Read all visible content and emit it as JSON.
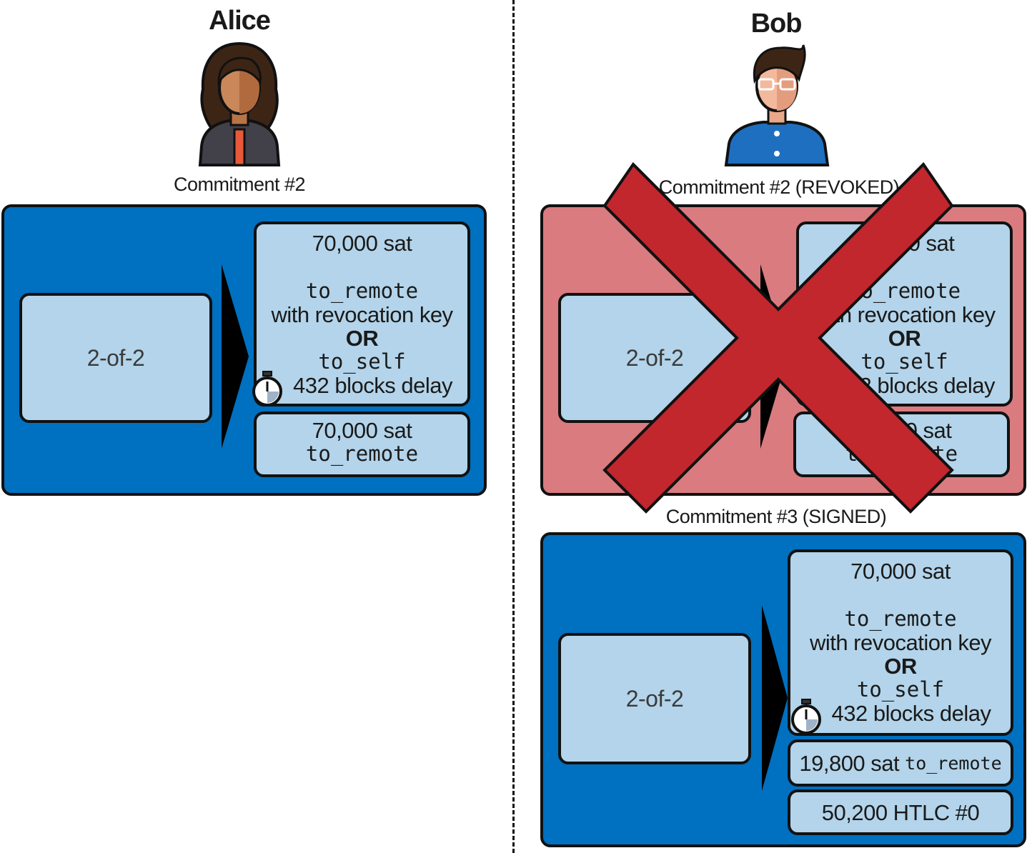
{
  "alice": {
    "name": "Alice",
    "commitment_label": "Commitment #2",
    "funding": "2-of-2",
    "output1": {
      "amount": "70,000 sat",
      "script1": "to_remote",
      "script1_note": "with revocation key",
      "op": "OR",
      "script2": "to_self",
      "delay": "432 blocks delay"
    },
    "output2": {
      "amount": "70,000 sat",
      "script": "to_remote"
    }
  },
  "bob": {
    "name": "Bob",
    "revoked": {
      "commitment_label": "Commitment #2 (REVOKED)",
      "funding": "2-of-2",
      "output1": {
        "amount": "70,000 sat",
        "script1": "to_remote",
        "script1_note": "with revocation key",
        "op": "OR",
        "script2": "to_self",
        "delay": "432 blocks delay"
      },
      "output2": {
        "amount": "70,000 sat",
        "script": "to_remote"
      }
    },
    "signed": {
      "commitment_label": "Commitment #3 (SIGNED)",
      "funding": "2-of-2",
      "output1": {
        "amount": "70,000 sat",
        "script1": "to_remote",
        "script1_note": "with revocation key",
        "op": "OR",
        "script2": "to_self",
        "delay": "432 blocks delay"
      },
      "output2": {
        "amount": "19,800 sat",
        "script": "to_remote"
      },
      "output3": {
        "label": "50,200 HTLC #0"
      }
    }
  },
  "colors": {
    "tx_blue": "#0070c0",
    "tx_revoked": "#d97b7f",
    "output_box": "#b3d4ea",
    "cross": "#c1272d"
  },
  "icons": [
    "alice-avatar-icon",
    "bob-avatar-icon",
    "stopwatch-icon",
    "arrow-icon",
    "revoked-cross-icon"
  ]
}
